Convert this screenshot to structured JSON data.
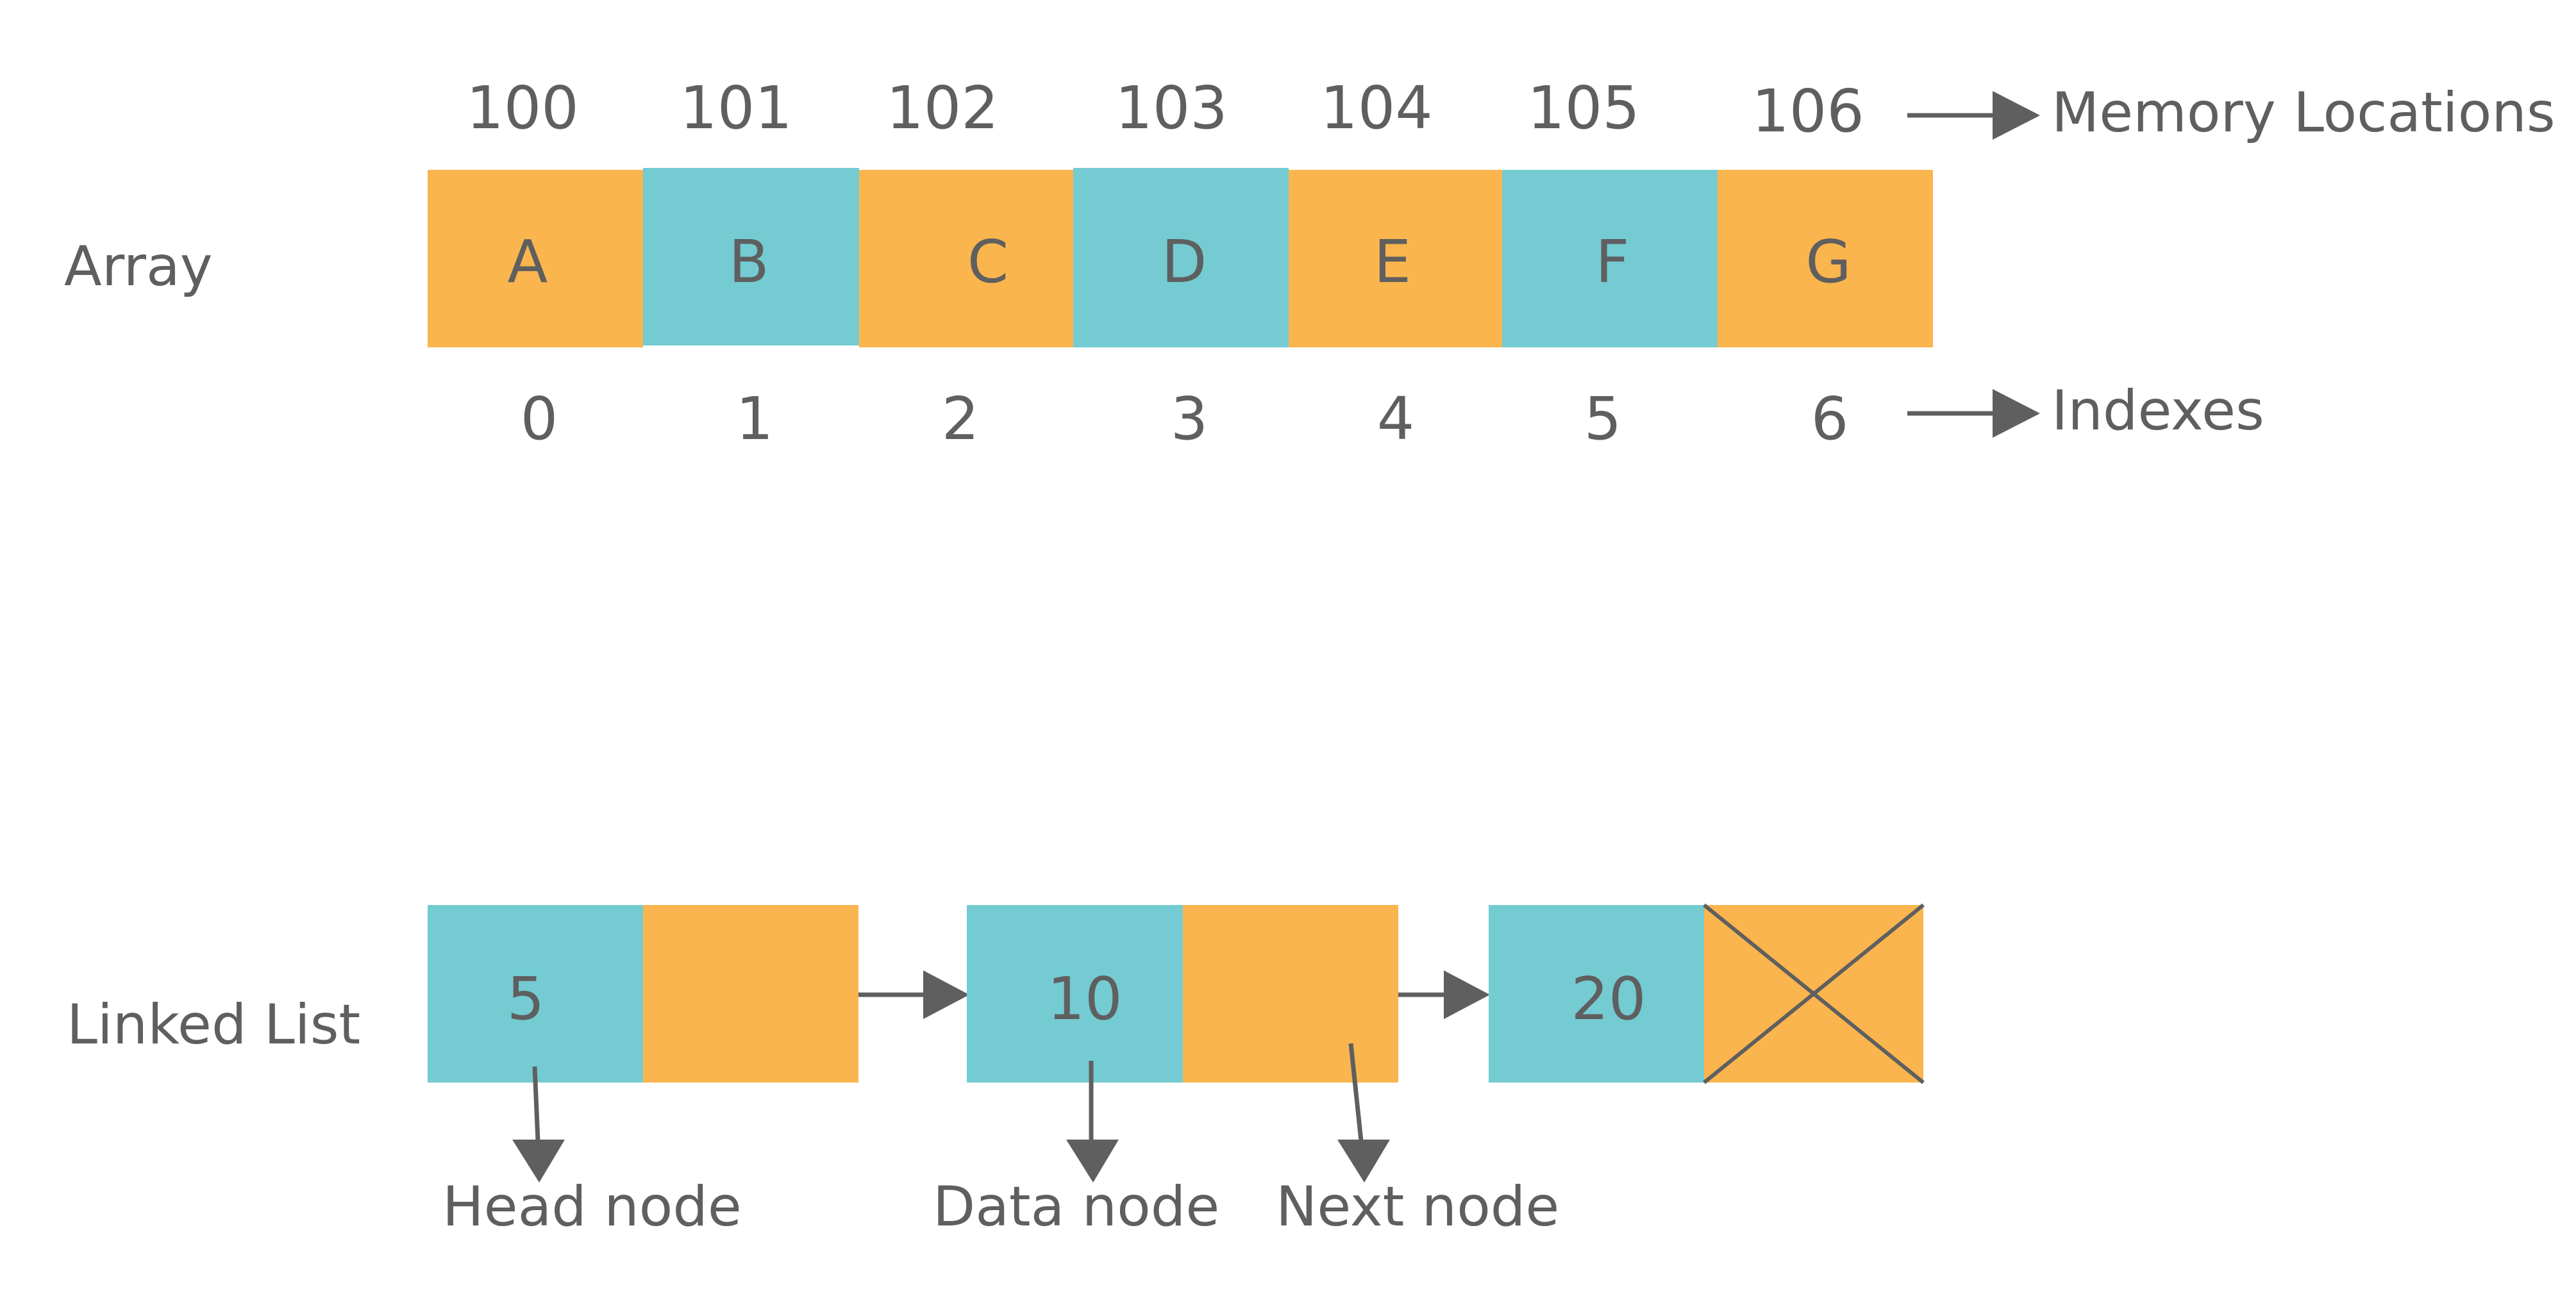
{
  "colors": {
    "orange": "#FAB54E",
    "teal": "#74CBD2",
    "text": "#5F5F5F"
  },
  "array": {
    "label": "Array",
    "memory_locations": [
      "100",
      "101",
      "102",
      "103",
      "104",
      "105",
      "106"
    ],
    "elements": [
      "A",
      "B",
      "C",
      "D",
      "E",
      "F",
      "G"
    ],
    "indexes": [
      "0",
      "1",
      "2",
      "3",
      "4",
      "5",
      "6"
    ],
    "memory_label": "Memory Locations",
    "index_label": "Indexes"
  },
  "linked_list": {
    "label": "Linked List",
    "nodes": [
      {
        "value": "5"
      },
      {
        "value": "10"
      },
      {
        "value": "20"
      }
    ],
    "head_label": "Head node",
    "data_label": "Data node",
    "next_label": "Next node"
  }
}
